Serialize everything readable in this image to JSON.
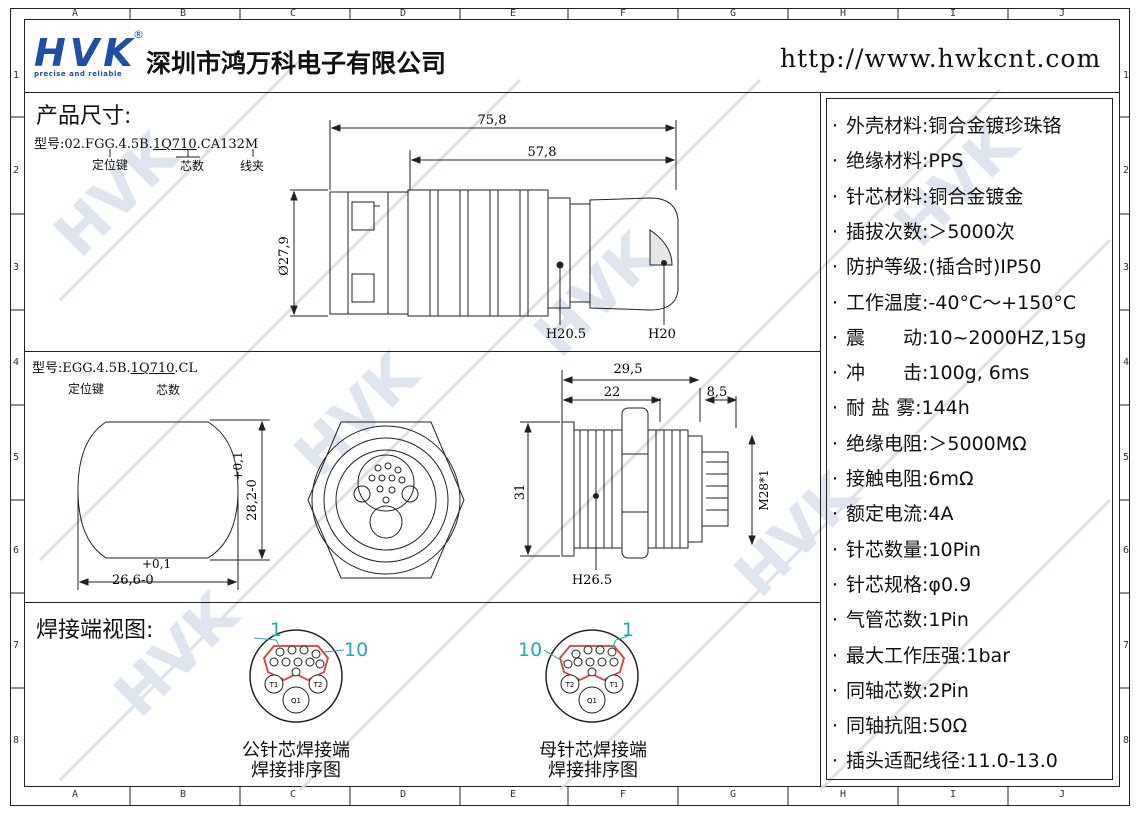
{
  "company": {
    "logo_text": "HVK",
    "logo_registered": "®",
    "logo_tagline": "precise and reliable",
    "name": "深圳市鸿万科电子有限公司",
    "url": "http://www.hwkcnt.com"
  },
  "grid": {
    "columns": [
      "A",
      "B",
      "C",
      "D",
      "E",
      "F",
      "G",
      "H",
      "I",
      "J"
    ],
    "rows": [
      "1",
      "2",
      "3",
      "4",
      "5",
      "6",
      "7",
      "8"
    ]
  },
  "section_size": {
    "title": "产品尺寸:",
    "plug_model": {
      "prefix": "型号:02.FGG.4.5B.",
      "mid": "1Q710",
      "suffix": ".CA132M",
      "label_key": "定位键",
      "label_pins": "芯数",
      "label_clamp": "线夹"
    },
    "plug_dims": {
      "length_total": "75,8",
      "length_body": "57,8",
      "diameter": "Ø27,9",
      "hex1": "H20.5",
      "hex2": "H20"
    },
    "socket_model": {
      "prefix": "型号:EGG.4.5B.",
      "mid": "1Q710",
      "suffix": ".CL",
      "label_key": "定位键",
      "label_pins": "芯数"
    },
    "cutout_dims": {
      "height": "28,2",
      "height_tol_upper": "+0,1",
      "height_tol_lower": "-0",
      "width": "26,6",
      "width_tol_upper": "+0,1",
      "width_tol_lower": "-0"
    },
    "socket_dims": {
      "length_total": "29,5",
      "length_front": "22",
      "length_rear": "8,5",
      "height": "31",
      "thread": "M28*1",
      "hex": "H26.5"
    }
  },
  "section_solder": {
    "title": "焊接端视图:",
    "male": {
      "pin_first": "1",
      "pin_last": "10",
      "caption_line1": "公针芯焊接端",
      "caption_line2": "焊接排序图"
    },
    "female": {
      "pin_first": "1",
      "pin_last": "10",
      "caption_line1": "母针芯焊接端",
      "caption_line2": "焊接排序图"
    },
    "coax_labels": [
      "T1",
      "T2"
    ],
    "air_label": "Q1"
  },
  "specs": [
    {
      "label": "外壳材料:",
      "value": "铜合金镀珍珠铬"
    },
    {
      "label": "绝缘材料:",
      "value": "PPS"
    },
    {
      "label": "针芯材料:",
      "value": "铜合金镀金"
    },
    {
      "label": "插拔次数:",
      "value": "＞5000次"
    },
    {
      "label": "防护等级:",
      "value": "(插合时)IP50"
    },
    {
      "label": "工作温度:",
      "value": "-40°C～+150°C"
    },
    {
      "label": "震　　动:",
      "value": "10~2000HZ,15g"
    },
    {
      "label": "冲　　击:",
      "value": "100g, 6ms"
    },
    {
      "label": "耐 盐 雾:",
      "value": "144h"
    },
    {
      "label": "绝缘电阻:",
      "value": "＞5000MΩ"
    },
    {
      "label": "接触电阻:",
      "value": "6mΩ"
    },
    {
      "label": "额定电流:",
      "value": "4A"
    },
    {
      "label": "针芯数量:",
      "value": "10Pin"
    },
    {
      "label": "针芯规格:",
      "value": "φ0.9"
    },
    {
      "label": "气管芯数:",
      "value": "1Pin"
    },
    {
      "label": "最大工作压强:",
      "value": "1bar"
    },
    {
      "label": "同轴芯数:",
      "value": "2Pin"
    },
    {
      "label": "同轴抗阻:",
      "value": "50Ω"
    },
    {
      "label": "插头适配线径:",
      "value": "11.0-13.0"
    }
  ],
  "colors": {
    "logo_blue": "#1f4fa6",
    "line": "#222222",
    "pin_red": "#e53935",
    "pin_cyan": "#26a7b5",
    "watermark": "#cfd6e2"
  }
}
